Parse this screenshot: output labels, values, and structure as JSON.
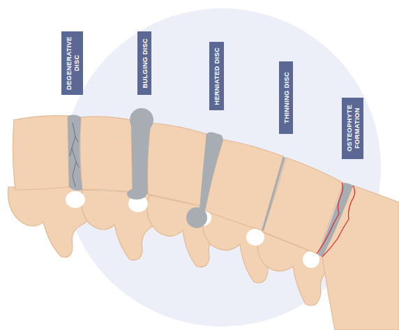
{
  "diagram": {
    "nodes": [
      {
        "text": [
          "DEGENERATIVE DISC"
        ]
      },
      {
        "text": [
          "BULGING DISC"
        ]
      },
      {
        "text": [
          "HERNIATED DISC"
        ]
      },
      {
        "text": [
          "THINNING DISC"
        ]
      },
      {
        "text": [
          "OSTEOPHYTE FORMATION"
        ]
      }
    ]
  }
}
